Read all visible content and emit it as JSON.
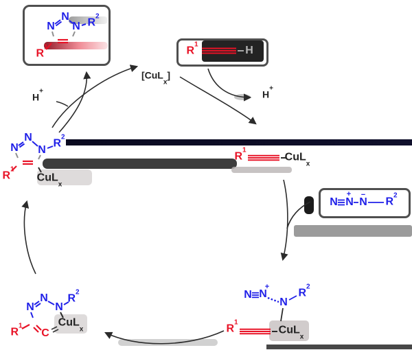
{
  "colors": {
    "nitrogen_blue": "#2020e8",
    "carbon_red": "#e81226",
    "bond_gray": "#8f8f8f",
    "line_black": "#2b2b2b",
    "box_border": "#4f4f4f",
    "smear_navy": "#0d0d28",
    "smear_dark": "#3d3d3d",
    "smear_gray": "#9b9b9b"
  },
  "atoms": {
    "n": "N",
    "c": "C",
    "h": "H",
    "r": "R",
    "sup1": "1",
    "sup2": "2",
    "plus": "+",
    "minus": "−"
  },
  "groups": {
    "culx": {
      "base": "CuL",
      "sub": "x"
    },
    "catalyst": {
      "open": "[",
      "base": "CuL",
      "sub": "x",
      "close": "]"
    },
    "proton": {
      "base": "H",
      "sup": "+"
    }
  }
}
